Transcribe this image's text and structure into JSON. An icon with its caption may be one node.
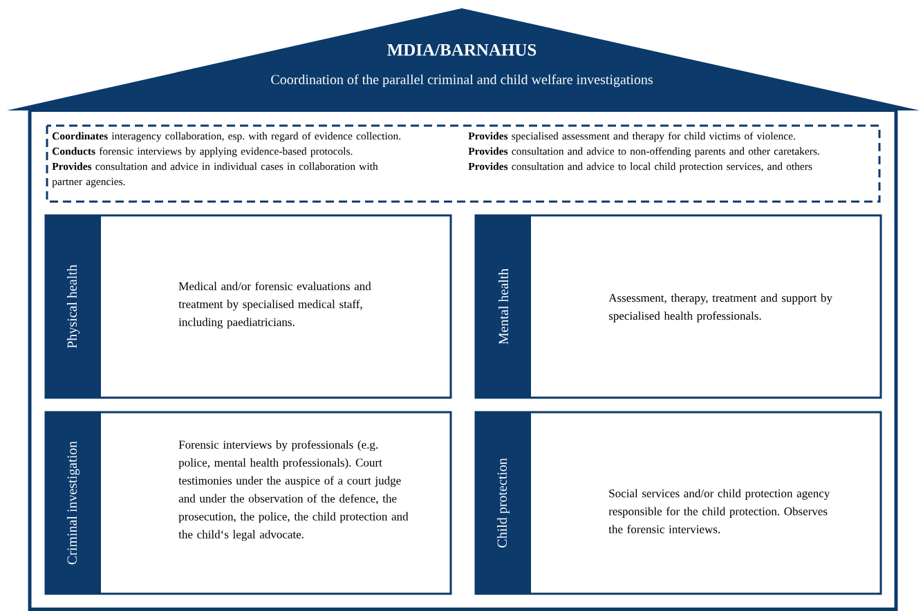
{
  "diagram": {
    "nodes": [
      {
        "text": [
          "MDIA/BARNAHUS",
          "Coordination  of the parallel criminal and child welfare investigations"
        ]
      },
      {
        "text": [],
        "shape": "box"
      },
      {
        "text": [
          "**Coordinates** interagency collaboration, esp. with regard of evidence collection.",
          "**Conducts** forensic interviews by applying evidence-based protocols.",
          "**Provides** consultation and advice in individual cases in collaboration with partner agencies.",
          "**Provides** specialised assessment and therapy for child victims of violence.",
          "**Provides** consultation and advice to non-offending parents and other caretakers.",
          "**Provides** consultation and advice to local child protection services, and others"
        ],
        "in": 1
      },
      {
        "text": [
          "Physical health",
          "Medical and/or forensic evaluations and treatment by specialised medical staff, including paediatricians."
        ],
        "in": 1
      },
      {
        "text": [
          "Mental health",
          "Assessment, therapy, treatment and support by specialised health professionals."
        ],
        "in": 1
      },
      {
        "text": [
          "Criminal investigation",
          "Forensic interviews by professionals (e.g. police, mental health professionals). Court testimonies under the auspice of a court judge and under the observation of the defence, the prosecution, the police, the child protection and the child‘s legal advocate."
        ],
        "in": 1
      },
      {
        "text": [
          "Child protection",
          "Social services and/or child protection agency responsible for the child protection. Observes the forensic interviews."
        ],
        "in": 1
      }
    ]
  }
}
